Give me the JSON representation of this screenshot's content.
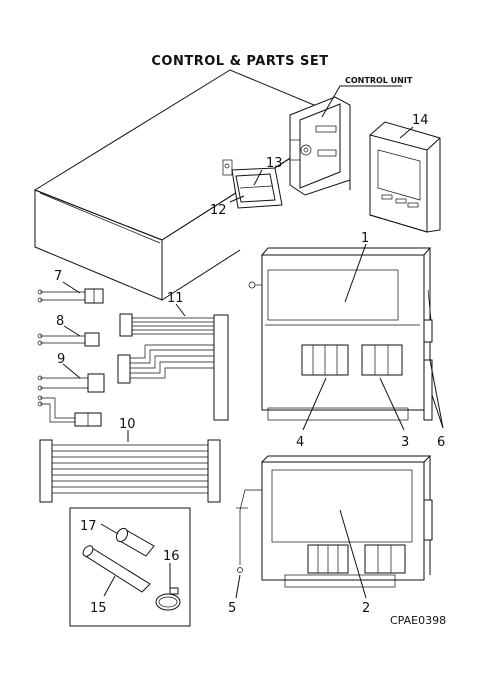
{
  "title": "CONTROL & PARTS SET",
  "control_unit_label": "CONTROL UNIT",
  "doc_code": "CPAE0398",
  "callouts": {
    "n1": "1",
    "n2": "2",
    "n3": "3",
    "n4": "4",
    "n5": "5",
    "n6": "6",
    "n7": "7",
    "n8": "8",
    "n9": "9",
    "n10": "10",
    "n11": "11",
    "n12": "12",
    "n13": "13",
    "n14": "14",
    "n15": "15",
    "n16": "16",
    "n17": "17"
  }
}
